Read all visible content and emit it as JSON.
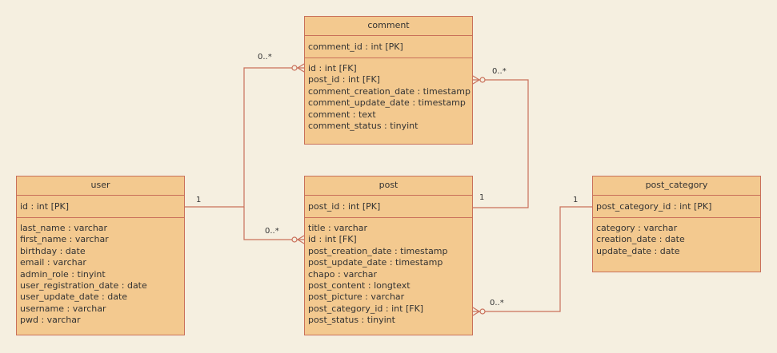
{
  "entities": {
    "comment": {
      "name": "comment",
      "pk": "comment_id : int [PK]",
      "attrs": [
        "id : int [FK]",
        "post_id : int [FK]",
        "comment_creation_date : timestamp",
        "comment_update_date : timestamp",
        "comment : text",
        "comment_status : tinyint"
      ]
    },
    "user": {
      "name": "user",
      "pk": "id : int [PK]",
      "attrs": [
        "last_name : varchar",
        "first_name : varchar",
        "birthday : date",
        "email : varchar",
        "admin_role : tinyint",
        "user_registration_date : date",
        "user_update_date : date",
        "username : varchar",
        "pwd : varchar"
      ]
    },
    "post": {
      "name": "post",
      "pk": "post_id : int [PK]",
      "attrs": [
        "title : varchar",
        "id : int [FK]",
        "post_creation_date : timestamp",
        "post_update_date : timestamp",
        "chapo : varchar",
        "post_content : longtext",
        "post_picture : varchar",
        "post_category_id : int [FK]",
        "post_status : tinyint"
      ]
    },
    "post_category": {
      "name": "post_category",
      "pk": "post_category_id : int [PK]",
      "attrs": [
        "category : varchar",
        "creation_date : date",
        "update_date : date"
      ]
    }
  },
  "relations": {
    "user_comment": {
      "from_mult": "1",
      "to_mult": "0..*"
    },
    "user_post": {
      "to_mult": "0..*"
    },
    "post_comment": {
      "from_mult": "1",
      "to_mult": "0..*"
    },
    "category_post": {
      "from_mult": "1",
      "to_mult": "0..*"
    }
  },
  "colors": {
    "fill": "#f3c98f",
    "border": "#c9705a",
    "background": "#f5efe0"
  }
}
